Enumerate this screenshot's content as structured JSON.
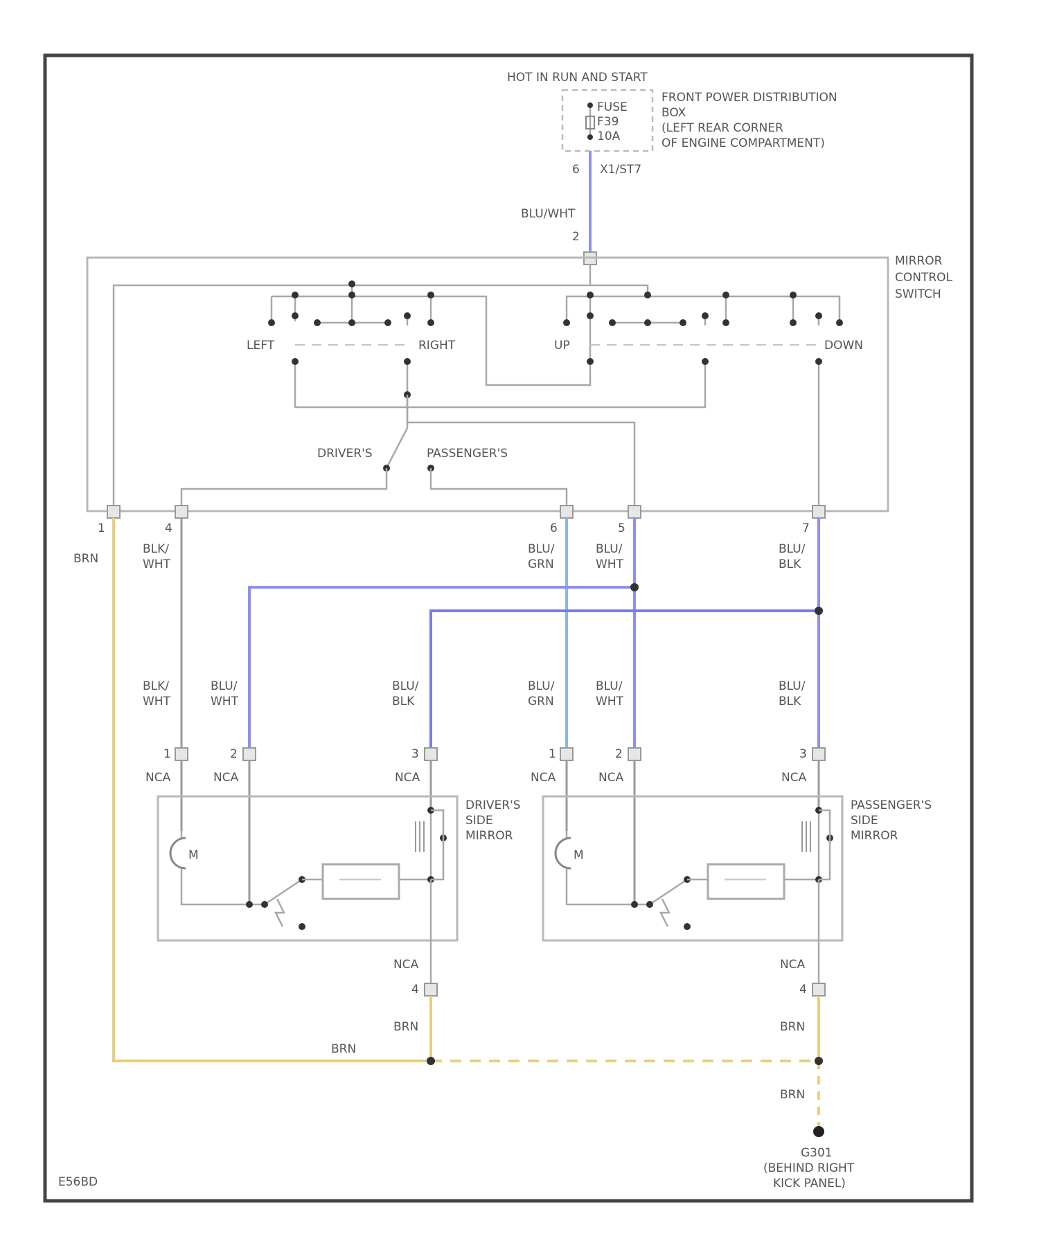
{
  "colors": {
    "blue_wire": "#8f8ff5",
    "brown_wire": "#e8cf7e",
    "gray_wire": "#9a9a9a",
    "frame": "#444444"
  },
  "fuse": {
    "header": "HOT IN RUN AND START",
    "label_1": "FUSE",
    "label_2": "F39",
    "label_3": "10A",
    "location_1": "FRONT POWER DISTRIBUTION",
    "location_2": "BOX",
    "location_3": "(LEFT REAR CORNER",
    "location_4": "OF ENGINE COMPARTMENT)",
    "out_pin": "6",
    "out_connector": "X1/ST7"
  },
  "feed_wire": {
    "color_code": "BLU/WHT",
    "pin": "2"
  },
  "switch": {
    "title_1": "MIRROR",
    "title_2": "CONTROL",
    "title_3": "SWITCH",
    "left": "LEFT",
    "right": "RIGHT",
    "up": "UP",
    "down": "DOWN",
    "drivers": "DRIVER'S",
    "passengers": "PASSENGER'S",
    "pins": [
      "1",
      "4",
      "6",
      "5",
      "7"
    ]
  },
  "wires_top": {
    "pin1": "BRN",
    "pin4_a": "BLK/",
    "pin4_b": "WHT",
    "pin6_a": "BLU/",
    "pin6_b": "GRN",
    "pin5_a": "BLU/",
    "pin5_b": "WHT",
    "pin7_a": "BLU/",
    "pin7_b": "BLK"
  },
  "wires_mid": [
    {
      "a": "BLK/",
      "b": "WHT"
    },
    {
      "a": "BLU/",
      "b": "WHT"
    },
    {
      "a": "BLU/",
      "b": "BLK"
    },
    {
      "a": "BLU/",
      "b": "GRN"
    },
    {
      "a": "BLU/",
      "b": "WHT"
    },
    {
      "a": "BLU/",
      "b": "BLK"
    }
  ],
  "mirror_pins": [
    "1",
    "2",
    "3",
    "1",
    "2",
    "3"
  ],
  "nca": "NCA",
  "drivers_mirror": {
    "l1": "DRIVER'S",
    "l2": "SIDE",
    "l3": "MIRROR",
    "motor": "M",
    "ground_pin": "4"
  },
  "passengers_mirror": {
    "l1": "PASSENGER'S",
    "l2": "SIDE",
    "l3": "MIRROR",
    "motor": "M",
    "ground_pin": "4"
  },
  "ground": {
    "wire_brn": "BRN",
    "name": "G301",
    "loc_1": "(BEHIND RIGHT",
    "loc_2": "KICK PANEL)"
  },
  "diagram_id": "E56BD"
}
